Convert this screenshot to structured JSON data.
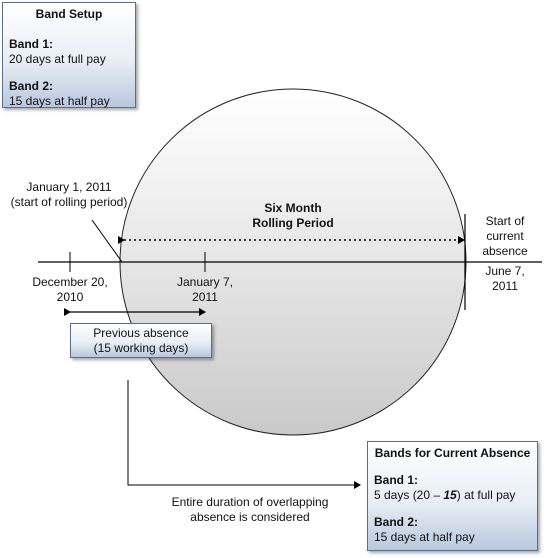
{
  "band_setup": {
    "title": "Band Setup",
    "band1_heading": "Band 1:",
    "band1_text": "20 days at full pay",
    "band2_heading": "Band 2:",
    "band2_text": "15 days at half pay"
  },
  "timeline": {
    "rolling_start_line1": "January 1, 2011",
    "rolling_start_line2": "(start of rolling period)",
    "rolling_period_line1": "Six Month",
    "rolling_period_line2": "Rolling Period",
    "current_absence_line1": "Start of",
    "current_absence_line2": "current",
    "current_absence_line3": "absence",
    "dec20_line1": "December 20,",
    "dec20_line2": "2010",
    "jan7_line1": "January 7,",
    "jan7_line2": "2011",
    "june7_line1": "June 7,",
    "june7_line2": "2011"
  },
  "previous_absence": {
    "line1": "Previous absence",
    "line2": "(15 working days)"
  },
  "overlap_note": {
    "line1": "Entire duration of overlapping",
    "line2": "absence is considered"
  },
  "current_bands": {
    "title": "Bands for Current Absence",
    "band1_heading": "Band 1:",
    "band1_text_prefix": "5 days (20 – ",
    "band1_text_bold": "15",
    "band1_text_suffix": ") at full pay",
    "band2_heading": "Band 2:",
    "band2_text": "15 days at half pay"
  }
}
